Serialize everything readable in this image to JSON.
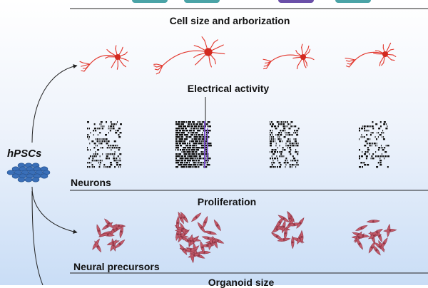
{
  "colors": {
    "bg_top": "#ffffff",
    "bg_bottom": "#c9ddf6",
    "neuron": "#e2342a",
    "neuron_soma": "#d22a20",
    "precursor": "#c25a6a",
    "precursor_dark": "#8e3646",
    "hpsc": "#3a6fb8",
    "raster": "#111111",
    "raster_highlight": "#7b4fc9",
    "divider": "#222222",
    "top_chip_teal": "#4aa3a6",
    "top_chip_purple": "#6a4fa8"
  },
  "labels": {
    "cell_size": "Cell size and arborization",
    "electrical": "Electrical activity",
    "neurons": "Neurons",
    "proliferation": "Proliferation",
    "neural_precursors": "Neural precursors",
    "organoid_size": "Organoid size",
    "hpscs": "hPSCs"
  },
  "icons": {
    "neurons": [
      "neuron-icon",
      "neuron-icon",
      "neuron-icon",
      "neuron-icon"
    ],
    "rasters": [
      "spike-raster-icon",
      "spike-raster-icon",
      "spike-raster-icon",
      "spike-raster-icon"
    ],
    "precursors": [
      "precursor-cluster-icon",
      "precursor-cluster-icon",
      "precursor-cluster-icon",
      "precursor-cluster-icon"
    ],
    "stem_cells": "hpsc-colony-icon"
  }
}
